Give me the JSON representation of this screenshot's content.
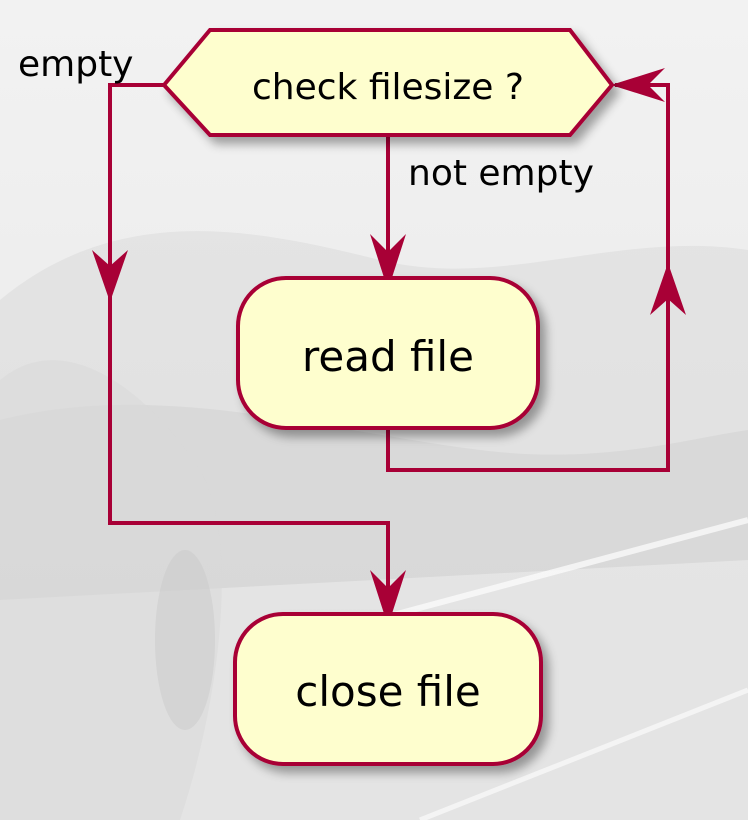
{
  "diagram": {
    "type": "activity-flowchart",
    "decision": {
      "label": "check filesize ?",
      "branch_left": "empty",
      "branch_down": "not empty"
    },
    "activities": [
      {
        "id": "read",
        "label": "read file"
      },
      {
        "id": "close",
        "label": "close file"
      }
    ],
    "edges": [
      {
        "from": "decision",
        "to": "read",
        "label": "not empty"
      },
      {
        "from": "read",
        "to": "decision",
        "label": ""
      },
      {
        "from": "decision",
        "to": "close",
        "label": "empty"
      }
    ]
  },
  "colors": {
    "node_fill": "#FEFECE",
    "node_stroke": "#A80036",
    "arrow": "#A80036",
    "text": "#000000"
  }
}
